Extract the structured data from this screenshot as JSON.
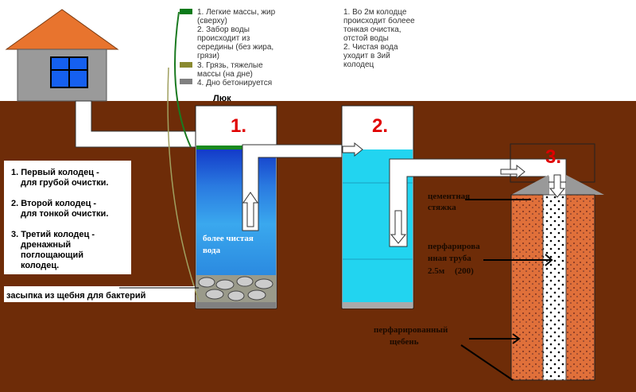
{
  "legend_left": {
    "items": [
      {
        "lines": [
          "1. Легкие массы, жир",
          "(сверху)"
        ],
        "color": "#0a7a1a"
      },
      {
        "lines": [
          "2. Забор воды",
          "происходит из",
          "середины (без жира,",
          "грязи)"
        ]
      },
      {
        "lines": [
          "3. Грязь, тяжелые",
          "массы (на дне)"
        ],
        "color": "#8a8a30"
      },
      {
        "lines": [
          "4. Дно бетонируется"
        ],
        "color": "#808080"
      }
    ]
  },
  "legend_right": {
    "lines": [
      "1. Во 2м колодце",
      "происходит болеее",
      "тонкая очистка,",
      "отстой воды",
      "2. Чистая вода",
      "уходит в 3ий",
      "колодец"
    ]
  },
  "hatch_label": "Люк",
  "well_numbers": [
    "1.",
    "2.",
    "3."
  ],
  "info_box": {
    "lines": [
      "1. Первый колодец -",
      "для грубой очистки.",
      "",
      "2. Второй колодец -",
      "для тонкой очистки.",
      "",
      "3. Третий колодец -",
      "дренажный",
      "поглощающий",
      "колодец."
    ]
  },
  "gravel_label": "засыпка из щебня для бактерий",
  "cleaner_water": [
    "более чистая",
    "вода"
  ],
  "cement": [
    "цементная",
    "стяжка"
  ],
  "perf_pipe": [
    "перфарирова",
    "нная труба",
    "2.5м",
    "(200)"
  ],
  "perf_gravel": [
    "перфарированный",
    "щебень"
  ],
  "colors": {
    "ground": "#6e2c08",
    "water_dark": "#1e5ad8",
    "water_light": "#22d4f0",
    "gravel": "#e0703a"
  }
}
